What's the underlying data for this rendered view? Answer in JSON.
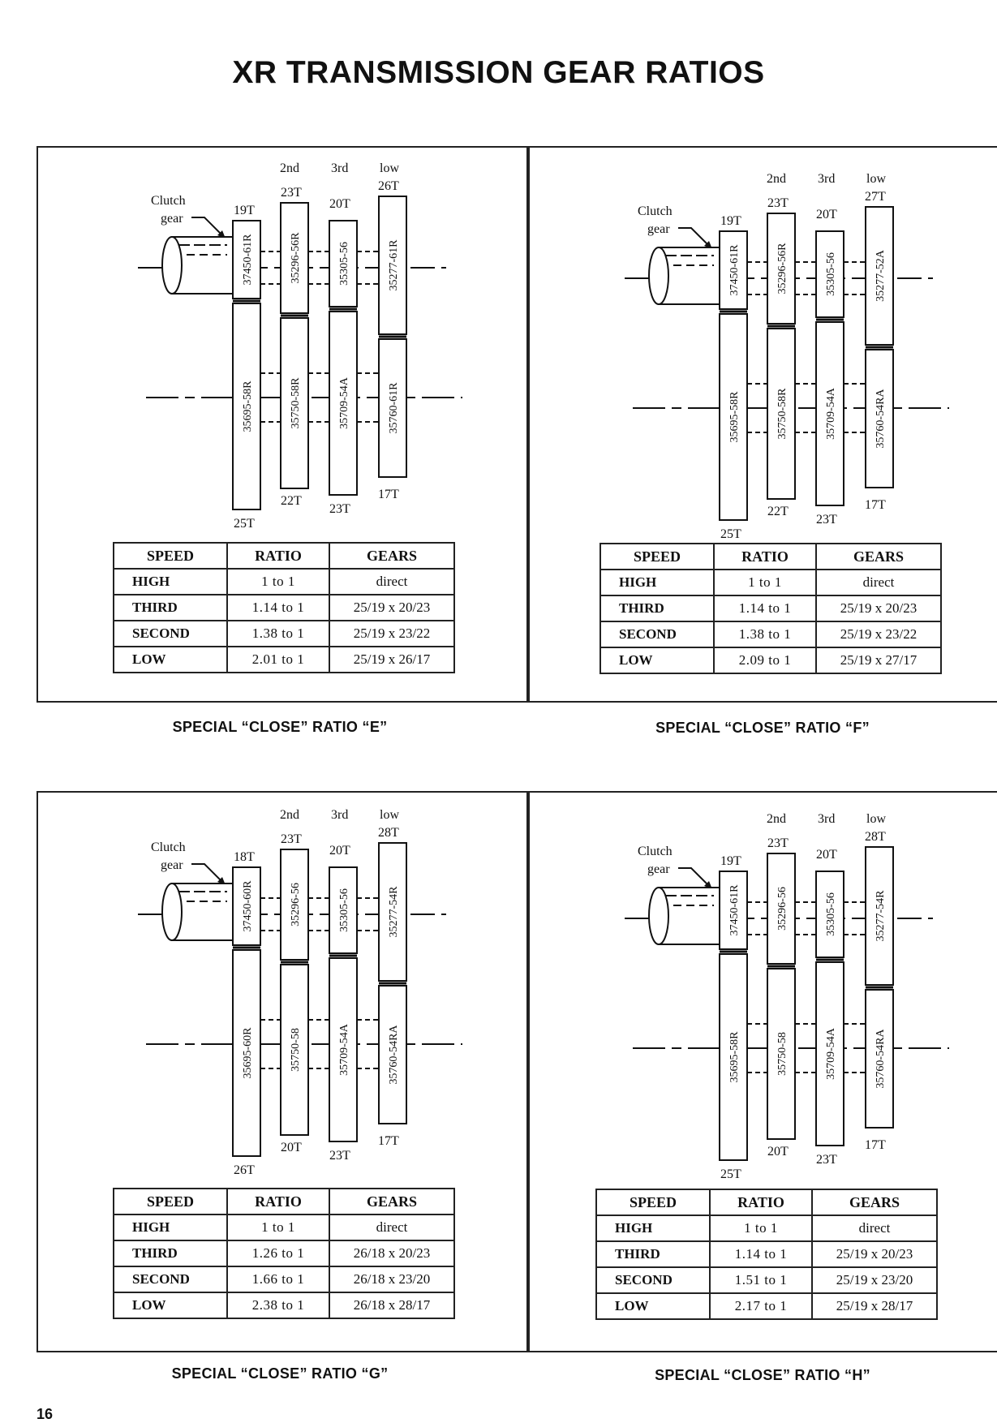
{
  "title": "XR TRANSMISSION GEAR RATIOS",
  "page_number": "16",
  "table_headers": {
    "speed": "SPEED",
    "ratio": "RATIO",
    "gears": "GEARS"
  },
  "diagram_labels": {
    "clutch": "Clutch",
    "gear": "gear",
    "second": "2nd",
    "third": "3rd",
    "low": "low"
  },
  "panels": [
    {
      "caption": "SPECIAL “CLOSE” RATIO “E”",
      "gears": {
        "clutch_teeth": "19T",
        "second_teeth": "23T",
        "third_teeth": "20T",
        "low_teeth": "26T",
        "cs_clutch_teeth": "25T",
        "cs_second_teeth": "22T",
        "cs_third_teeth": "23T",
        "cs_low_teeth": "17T",
        "main": [
          "37450-61R",
          "35296-56R",
          "35305-56",
          "35277-61R"
        ],
        "counter": [
          "35695-58R",
          "35750-58R",
          "35709-54A",
          "35760-61R"
        ]
      },
      "rows": [
        {
          "speed": "HIGH",
          "ratio": "1 to 1",
          "gears": "direct"
        },
        {
          "speed": "THIRD",
          "ratio": "1.14 to 1",
          "gears": "25/19 x 20/23"
        },
        {
          "speed": "SECOND",
          "ratio": "1.38 to 1",
          "gears": "25/19 x 23/22"
        },
        {
          "speed": "LOW",
          "ratio": "2.01 to 1",
          "gears": "25/19 x 26/17"
        }
      ]
    },
    {
      "caption": "SPECIAL “CLOSE” RATIO “F”",
      "gears": {
        "clutch_teeth": "19T",
        "second_teeth": "23T",
        "third_teeth": "20T",
        "low_teeth": "27T",
        "cs_clutch_teeth": "25T",
        "cs_second_teeth": "22T",
        "cs_third_teeth": "23T",
        "cs_low_teeth": "17T",
        "main": [
          "37450-61R",
          "35296-56R",
          "35305-56",
          "35277-52A"
        ],
        "counter": [
          "35695-58R",
          "35750-58R",
          "35709-54A",
          "35760-54RA"
        ]
      },
      "rows": [
        {
          "speed": "HIGH",
          "ratio": "1 to 1",
          "gears": "direct"
        },
        {
          "speed": "THIRD",
          "ratio": "1.14 to 1",
          "gears": "25/19 x 20/23"
        },
        {
          "speed": "SECOND",
          "ratio": "1.38 to 1",
          "gears": "25/19 x 23/22"
        },
        {
          "speed": "LOW",
          "ratio": "2.09 to 1",
          "gears": "25/19 x 27/17"
        }
      ]
    },
    {
      "caption": "SPECIAL “CLOSE” RATIO “G”",
      "gears": {
        "clutch_teeth": "18T",
        "second_teeth": "23T",
        "third_teeth": "20T",
        "low_teeth": "28T",
        "cs_clutch_teeth": "26T",
        "cs_second_teeth": "20T",
        "cs_third_teeth": "23T",
        "cs_low_teeth": "17T",
        "main": [
          "37450-60R",
          "35296-56",
          "35305-56",
          "35277-54R"
        ],
        "counter": [
          "35695-60R",
          "35750-58",
          "35709-54A",
          "35760-54RA"
        ]
      },
      "rows": [
        {
          "speed": "HIGH",
          "ratio": "1 to 1",
          "gears": "direct"
        },
        {
          "speed": "THIRD",
          "ratio": "1.26 to 1",
          "gears": "26/18 x 20/23"
        },
        {
          "speed": "SECOND",
          "ratio": "1.66 to 1",
          "gears": "26/18 x 23/20"
        },
        {
          "speed": "LOW",
          "ratio": "2.38 to 1",
          "gears": "26/18 x 28/17"
        }
      ]
    },
    {
      "caption": "SPECIAL “CLOSE” RATIO “H”",
      "gears": {
        "clutch_teeth": "19T",
        "second_teeth": "23T",
        "third_teeth": "20T",
        "low_teeth": "28T",
        "cs_clutch_teeth": "25T",
        "cs_second_teeth": "20T",
        "cs_third_teeth": "23T",
        "cs_low_teeth": "17T",
        "main": [
          "37450-61R",
          "35296-56",
          "35305-56",
          "35277-54R"
        ],
        "counter": [
          "35695-58R",
          "35750-58",
          "35709-54A",
          "35760-54RA"
        ]
      },
      "rows": [
        {
          "speed": "HIGH",
          "ratio": "1 to 1",
          "gears": "direct"
        },
        {
          "speed": "THIRD",
          "ratio": "1.14 to 1",
          "gears": "25/19 x 20/23"
        },
        {
          "speed": "SECOND",
          "ratio": "1.51 to 1",
          "gears": "25/19 x 23/20"
        },
        {
          "speed": "LOW",
          "ratio": "2.17 to 1",
          "gears": "25/19 x 28/17"
        }
      ]
    }
  ]
}
